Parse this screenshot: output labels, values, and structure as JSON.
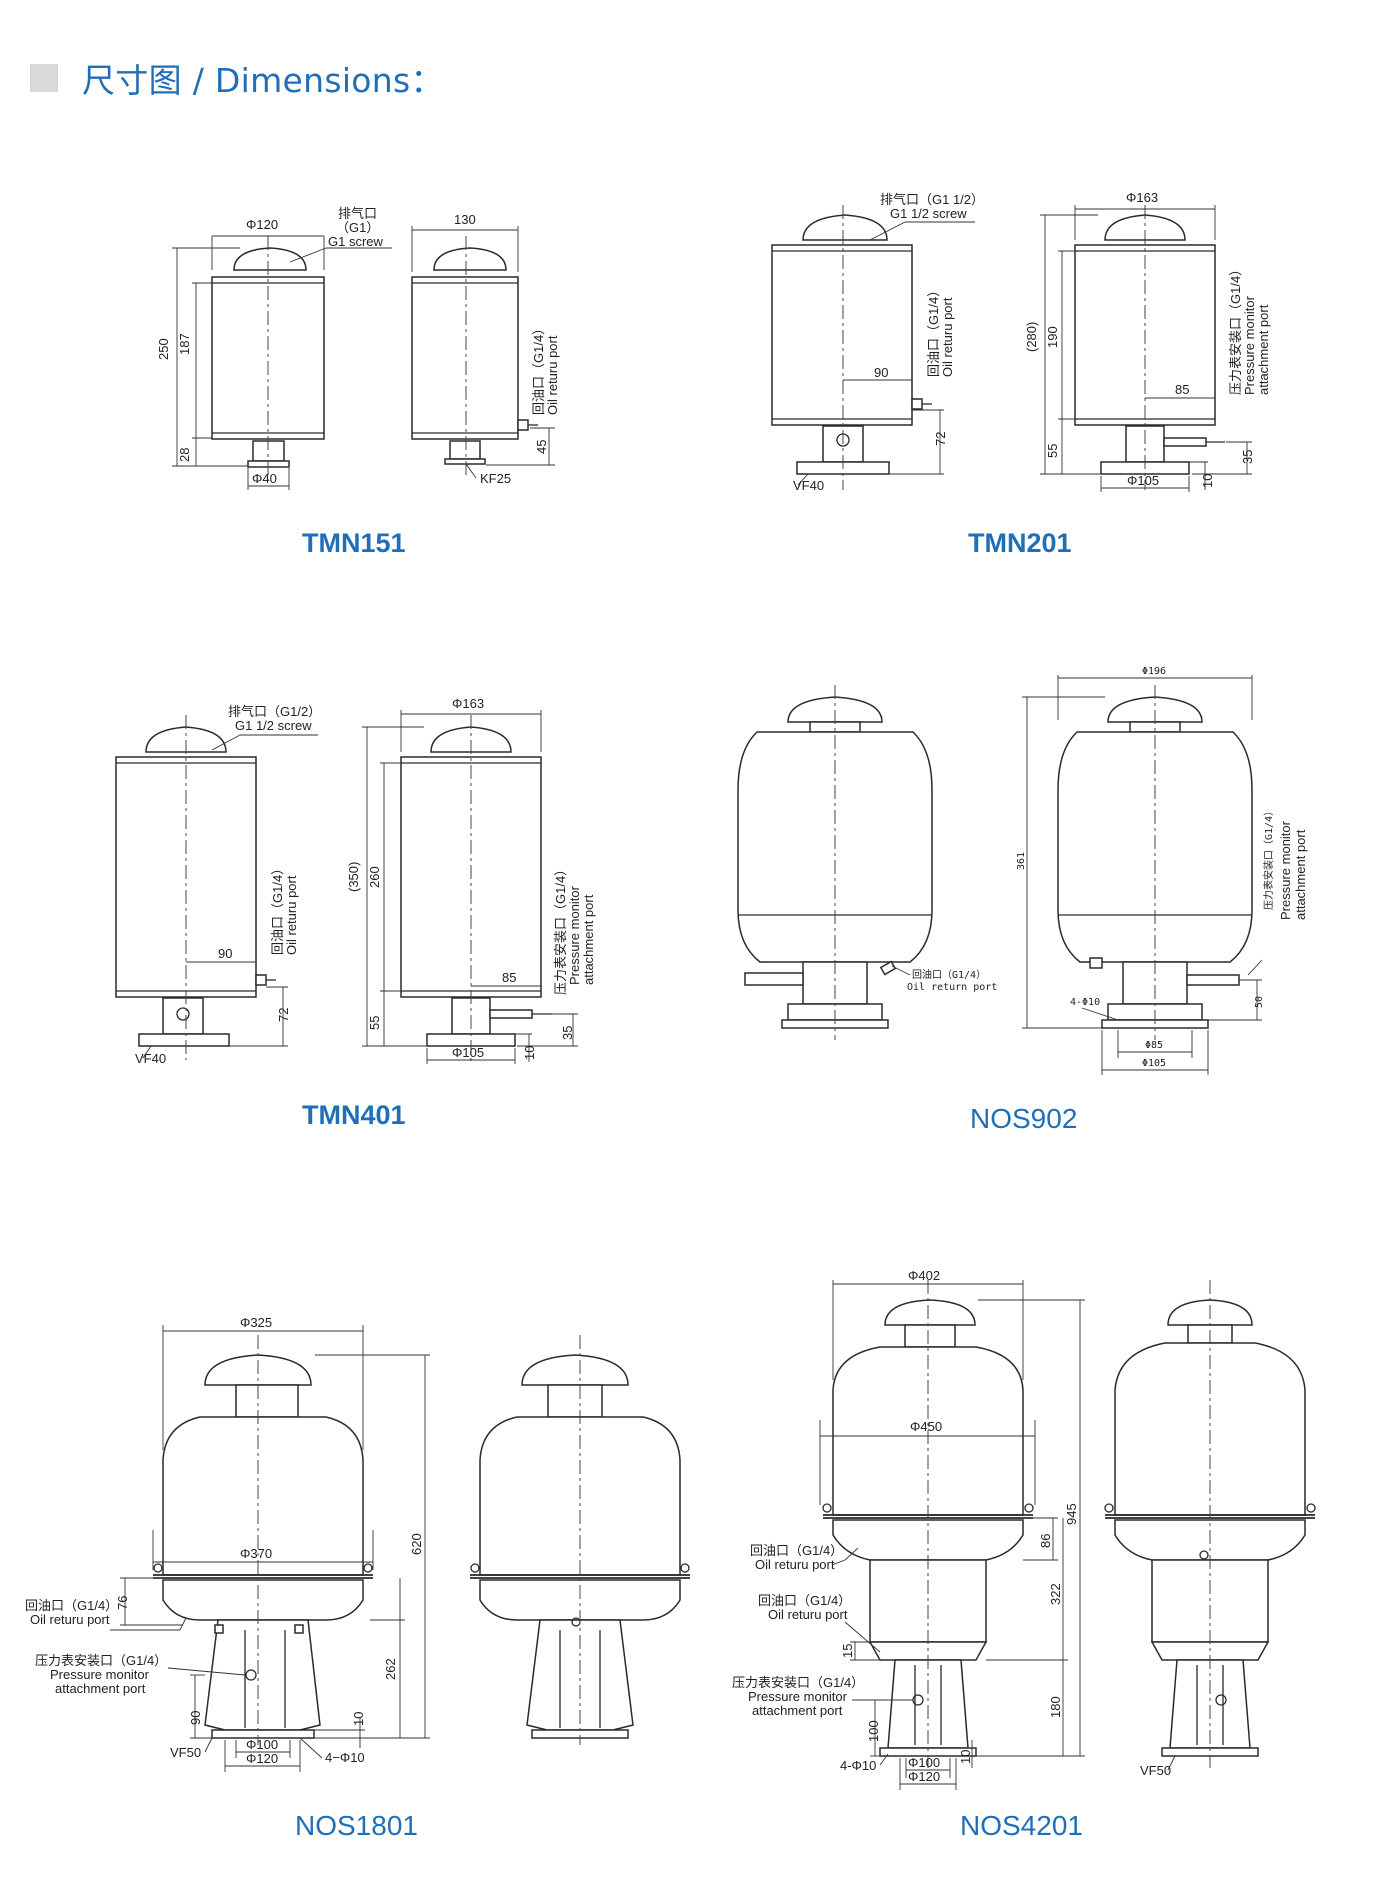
{
  "header": {
    "title": "尺寸图 / Dimensions："
  },
  "models": {
    "tmn151": "TMN151",
    "tmn201": "TMN201",
    "tmn401": "TMN401",
    "nos902": "NOS902",
    "nos1801": "NOS1801",
    "nos4201": "NOS4201"
  },
  "labels": {
    "vent_cn": "排气口",
    "g1_paren": "（G1）",
    "g1_screw": "G1 screw",
    "vent_g12": "排气口（G1/2）",
    "g12_screw": "G1 1/2 screw",
    "vent_g1_12": "排气口（G1 1/2）",
    "oil_return_cn": "回油口（G1/4）",
    "oil_returu_en": "Oil returu port",
    "oil_return_en": "Oil return port",
    "pressure_cn": "压力表安装口（G1/4）",
    "pressure_en_1": "Pressure monitor",
    "pressure_en_2": "attachment port",
    "kf25": "KF25",
    "vf40": "VF40",
    "vf50": "VF50",
    "four_phi10": "4−Φ10",
    "four_phi10_b": "4-Φ10"
  },
  "dims": {
    "phi120": "Φ120",
    "phi40": "Φ40",
    "d130": "130",
    "d250": "250",
    "d187": "187",
    "d28": "28",
    "d45": "45",
    "phi163": "Φ163",
    "d90": "90",
    "d72": "72",
    "d280": "(280)",
    "d190": "190",
    "d55": "55",
    "d85": "85",
    "d35": "35",
    "phi105": "Φ105",
    "d10": "10",
    "d350": "(350)",
    "d260": "260",
    "phi196": "Φ196",
    "d361": "361",
    "phi85": "Φ85",
    "d50": "50",
    "phi10": "4-Φ10",
    "phi325": "Φ325",
    "phi370": "Φ370",
    "d620": "620",
    "d76": "76",
    "d262": "262",
    "phi100": "Φ100",
    "phi402": "Φ402",
    "phi450": "Φ450",
    "d945": "945",
    "d86": "86",
    "d322": "322",
    "d15": "15",
    "d180": "180",
    "d100": "100"
  }
}
